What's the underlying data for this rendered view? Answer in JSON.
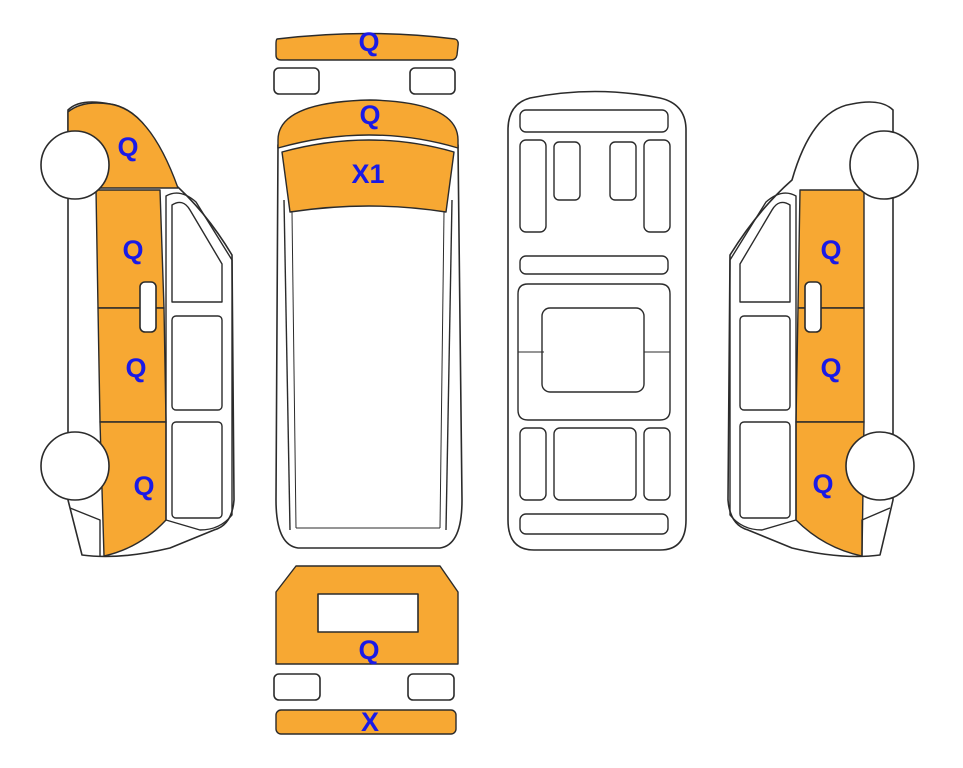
{
  "colors": {
    "damaged_panel": "#f7a833",
    "code_text": "#1a1ae6",
    "outline": "#2b2b2b",
    "body": "#ffffff"
  },
  "views": [
    "left-side",
    "top-front",
    "roof",
    "underbody",
    "right-side",
    "rear"
  ],
  "damage_codes": {
    "front_bumper": "Q",
    "hood": "Q",
    "windshield": "X1",
    "left_front_fender": "Q",
    "left_front_door": "Q",
    "left_sliding_door": "Q",
    "left_rear_quarter": "Q",
    "right_front_door": "Q",
    "right_sliding_door": "Q",
    "right_rear_quarter": "Q",
    "rear_door": "Q",
    "rear_bumper": "X"
  }
}
